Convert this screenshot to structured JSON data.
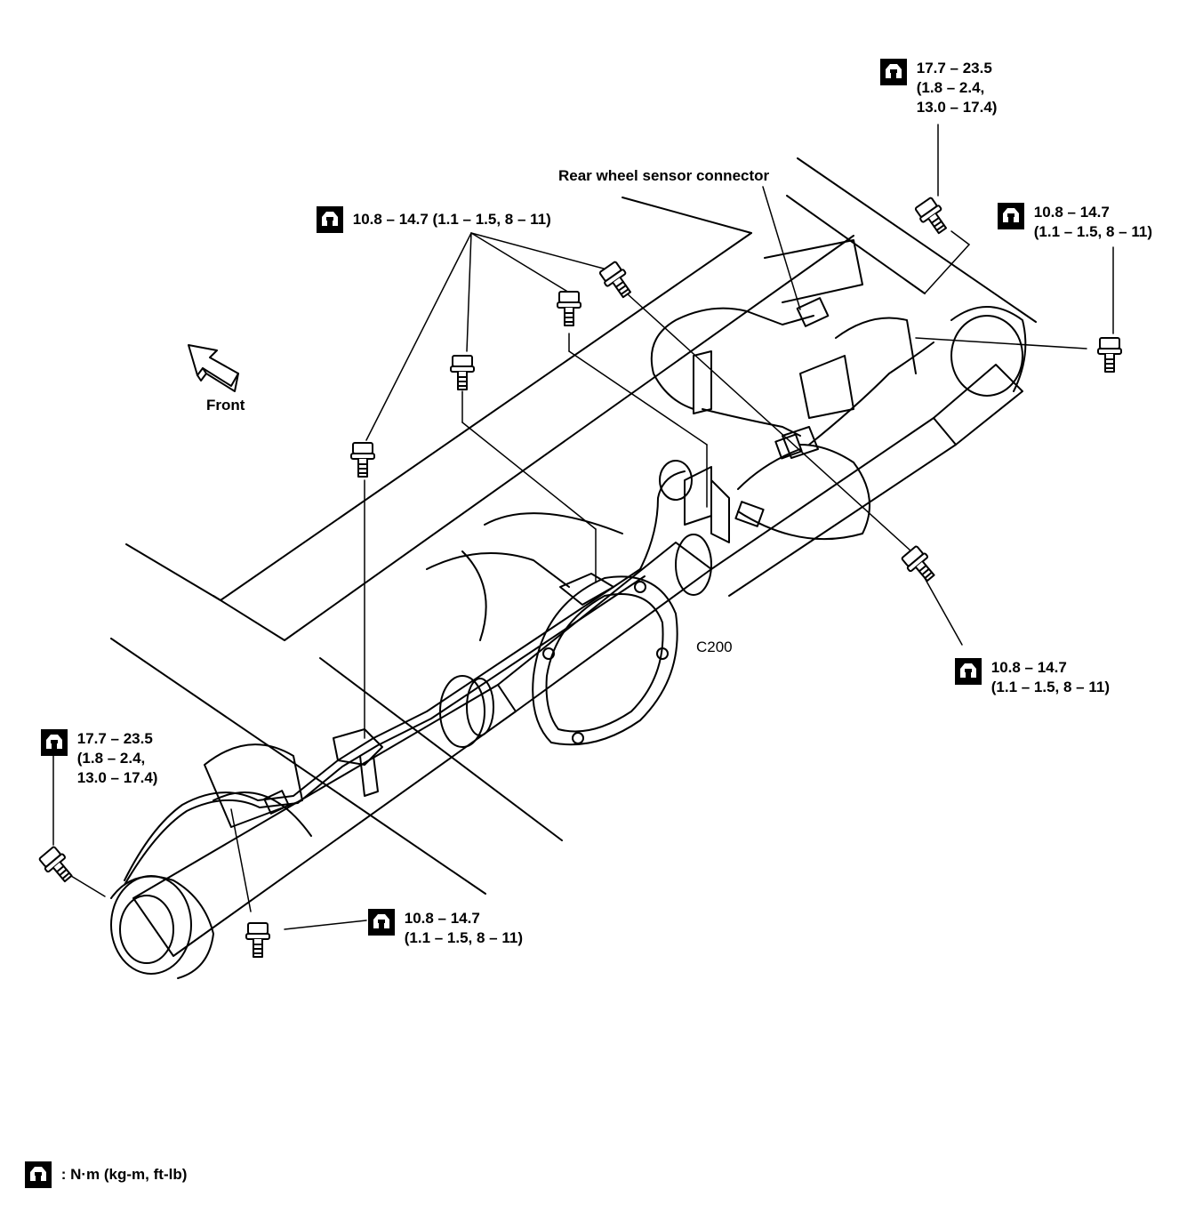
{
  "labels": {
    "t1": [
      "17.7 – 23.5",
      "(1.8 – 2.4,",
      "13.0 – 17.4)"
    ],
    "t2": [
      "10.8 – 14.7 (1.1 – 1.5, 8 – 11)"
    ],
    "t3": [
      "10.8 – 14.7",
      "(1.1 – 1.5, 8 – 11)"
    ],
    "t4": [
      "10.8 – 14.7",
      "(1.1 – 1.5, 8 – 11)"
    ],
    "t5": [
      "17.7 – 23.5",
      "(1.8 – 2.4,",
      "13.0 – 17.4)"
    ],
    "t6": [
      "10.8 – 14.7",
      "(1.1 – 1.5, 8 – 11)"
    ],
    "connector": "Rear wheel sensor connector",
    "front": "Front",
    "part": "C200",
    "legend": ": N·m (kg-m, ft-lb)"
  },
  "icons": {
    "torque": "torque-wrench-icon",
    "front_arrow": "front-arrow-icon",
    "bolt": "bolt-icon"
  },
  "colors": {
    "line": "#000000",
    "background": "#ffffff"
  }
}
